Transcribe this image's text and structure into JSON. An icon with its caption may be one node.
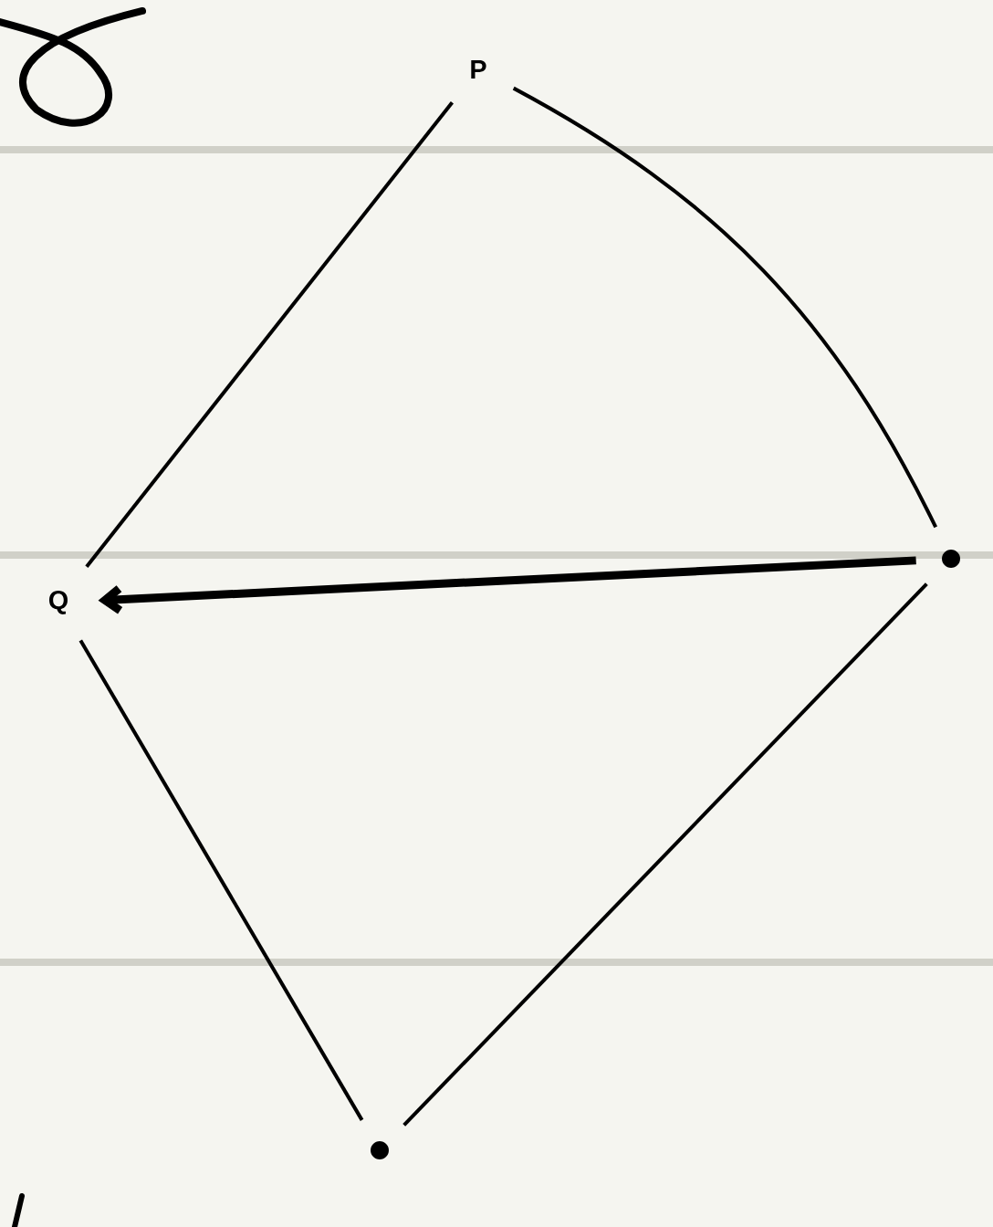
{
  "diagram": {
    "nodes": [
      {
        "text": [
          "P"
        ]
      },
      {
        "text": [
          "Q"
        ]
      },
      {
        "text": [],
        "shape": "circle"
      },
      {
        "text": [],
        "shape": "circle"
      }
    ],
    "edges": [
      {
        "from": 0,
        "to": 1,
        "arrow": "none"
      },
      {
        "from": 0,
        "to": 2,
        "arrow": "none"
      },
      {
        "from": 2,
        "to": 1,
        "arrow": "to",
        "style": "thick"
      },
      {
        "from": 1,
        "to": 3,
        "arrow": "none"
      },
      {
        "from": 2,
        "to": 3,
        "arrow": "none"
      }
    ]
  }
}
